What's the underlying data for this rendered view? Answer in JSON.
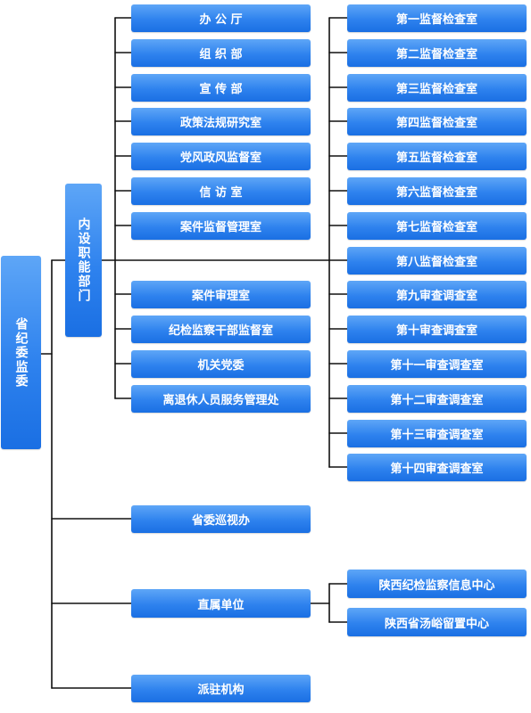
{
  "root": "省纪委监委",
  "internal": {
    "title": "内设职能部门",
    "departments": [
      "办 公 厅",
      "组 织 部",
      "宣 传 部",
      "政策法规研究室",
      "党风政风监督室",
      "信 访 室",
      "案件监督管理室",
      "案件审理室",
      "纪检监察干部监督室",
      "机关党委",
      "离退休人员服务管理处"
    ],
    "supervision_offices": [
      "第一监督检查室",
      "第二监督检查室",
      "第三监督检查室",
      "第四监督检查室",
      "第五监督检查室",
      "第六监督检查室",
      "第七监督检查室",
      "第八监督检查室",
      "第九审查调查室",
      "第十审查调查室",
      "第十一审查调查室",
      "第十二审查调查室",
      "第十三审查调查室",
      "第十四审查调查室"
    ]
  },
  "inspection": "省委巡视办",
  "affiliated": {
    "title": "直属单位",
    "units": [
      "陕西纪检监察信息中心",
      "陕西省汤峪留置中心"
    ]
  },
  "dispatched": "派驻机构"
}
